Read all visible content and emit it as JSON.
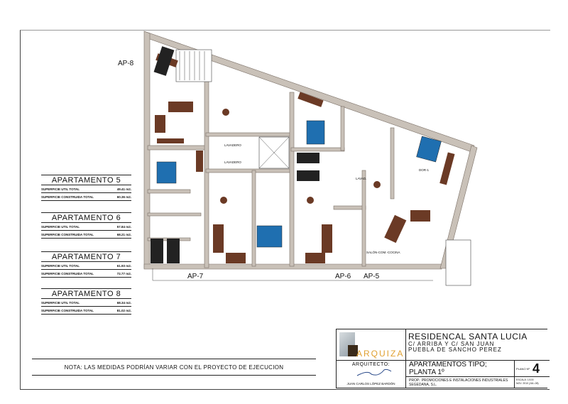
{
  "plan": {
    "unit_labels": [
      "AP-8",
      "AP-7",
      "AP-6",
      "AP-5"
    ],
    "rooms": {
      "lavadero_1": "LAVADERO",
      "lavadero_2": "LAVADERO",
      "lavad": "LAVAD.",
      "dor": "DOR-1",
      "salon": "SALÓN-COM.-COCINA"
    }
  },
  "apartments": [
    {
      "title": "APARTAMENTO 5",
      "rows": [
        {
          "label": "SUPERFICIE UTIL TOTAL",
          "value": "49.41  m2."
        },
        {
          "label": "SUPERFICIE CONSTRUIDA TOTAL",
          "value": "60.36  m2."
        }
      ]
    },
    {
      "title": "APARTAMENTO 6",
      "rows": [
        {
          "label": "SUPERFICIE UTIL TOTAL",
          "value": "57.84  m2."
        },
        {
          "label": "SUPERFICIE CONSTRUIDA TOTAL",
          "value": "68.21  m2."
        }
      ]
    },
    {
      "title": "APARTAMENTO 7",
      "rows": [
        {
          "label": "SUPERFICIE UTIL TOTAL",
          "value": "61.93  m2."
        },
        {
          "label": "SUPERFICIE CONSTRUIDA TOTAL",
          "value": "72.77  m2."
        }
      ]
    },
    {
      "title": "APARTAMENTO 8",
      "rows": [
        {
          "label": "SUPERFICIE UTIL TOTAL",
          "value": "68.34  m2."
        },
        {
          "label": "SUPERFICIE CONSTRUIDA TOTAL",
          "value": "81.02  m2."
        }
      ]
    }
  ],
  "note": "NOTA: LAS MEDIDAS PODRÍAN VARIAR CON EL PROYECTO DE EJECUCION",
  "title_block": {
    "logo_text": "ARQUIZA",
    "project": "RESIDENCAL SANTA LUCIA",
    "address_1": "C/ ARRIBA Y C/ SAN JUAN",
    "address_2": "PUEBLA DE SANCHO PEREZ",
    "architect_label": "ARQUITECTO:",
    "architect_name": "JUAN CARLOS LÓPEZ BARDÓN",
    "drawing_title": "APARTAMENTOS TIPO; PLANTA 1º",
    "plano_label": "PLANO Nº",
    "plano_number": "4",
    "owner": "PROP.: PROMOCIONES E INSTALACIONES INDUSTRIALES SEGEDANA, S.L.",
    "scale": "ESCALA: 1/100",
    "date": "NOV. 2010 (JUL-08)"
  },
  "colors": {
    "wall": "#c9c1b8",
    "wall_stroke": "#7a6f66",
    "furniture": "#6b3a25",
    "bed": "#1f6fb0",
    "accent_logo": "#e0a030"
  }
}
